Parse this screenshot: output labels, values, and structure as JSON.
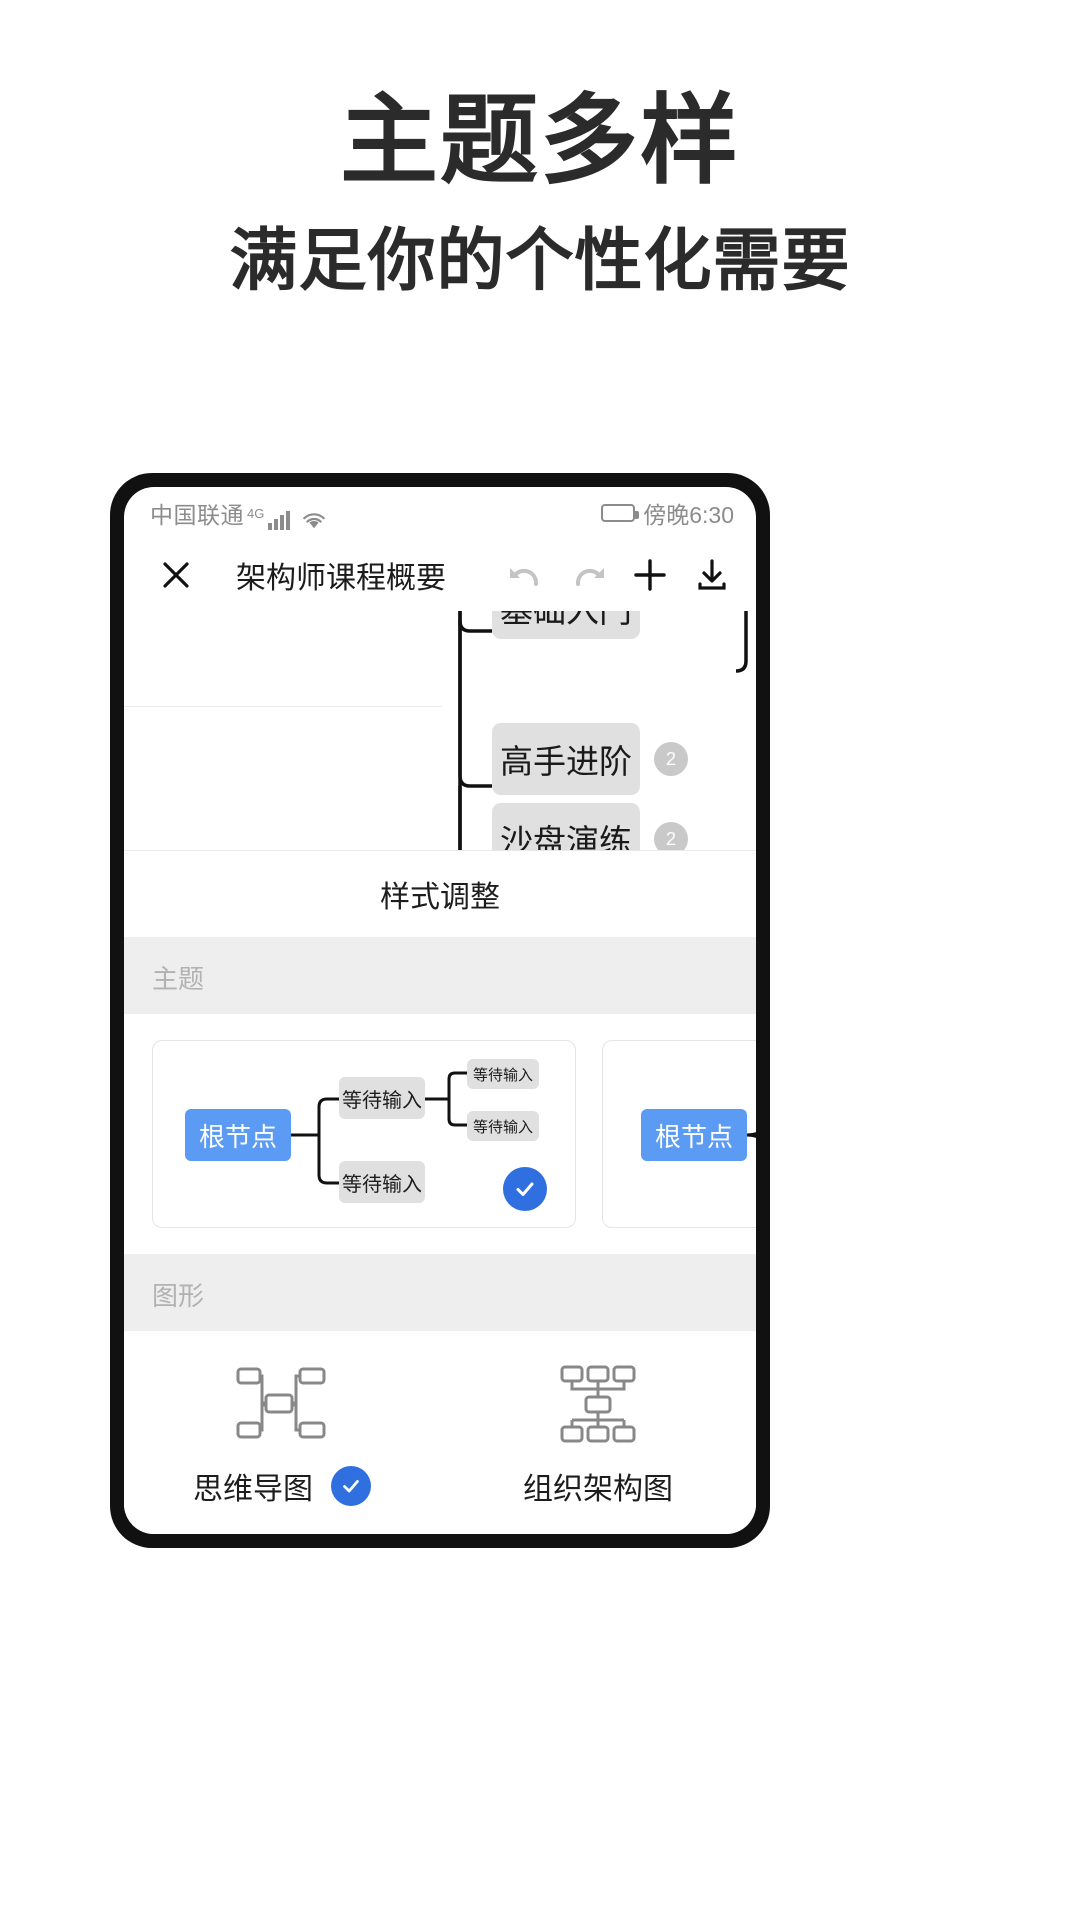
{
  "promo": {
    "headline": "主题多样",
    "subheadline": "满足你的个性化需要"
  },
  "status_bar": {
    "carrier": "中国联通",
    "network": "4G",
    "signal_icon": "signal-bars-icon",
    "wifi_icon": "wifi-icon",
    "battery_icon": "battery-icon",
    "time": "傍晚6:30"
  },
  "toolbar": {
    "close_icon": "close-icon",
    "title": "架构师课程概要",
    "undo_icon": "undo-icon",
    "redo_icon": "redo-icon",
    "add_icon": "plus-icon",
    "download_icon": "download-icon"
  },
  "canvas": {
    "nodes": [
      {
        "label": "基础入门",
        "badge": ""
      },
      {
        "label": "高手进阶",
        "badge": "2"
      },
      {
        "label": "沙盘演练",
        "badge": "2"
      }
    ]
  },
  "sheet": {
    "title": "样式调整",
    "sections": [
      {
        "label": "主题"
      },
      {
        "label": "图形"
      }
    ]
  },
  "themes": [
    {
      "root": "根节点",
      "children": [
        "等待输入",
        "等待输入"
      ],
      "grandchildren": [
        "等待输入",
        "等待输入"
      ],
      "selected": true,
      "check_icon": "check-circle-icon"
    },
    {
      "root": "根节点",
      "children": [],
      "grandchildren": [],
      "selected": false,
      "check_icon": "check-circle-icon"
    }
  ],
  "shapes": [
    {
      "label": "思维导图",
      "icon": "mindmap-icon",
      "selected": true,
      "check_icon": "check-circle-icon"
    },
    {
      "label": "组织架构图",
      "icon": "org-chart-icon",
      "selected": false,
      "check_icon": "check-circle-icon"
    }
  ],
  "colors": {
    "accent": "#2f6fe0",
    "node_blue": "#5b9bf3",
    "node_gray": "#e0e0e0",
    "text_dark": "#1d1d1d",
    "text_muted": "#b2b2b2",
    "section_bg": "#eeeeee"
  }
}
